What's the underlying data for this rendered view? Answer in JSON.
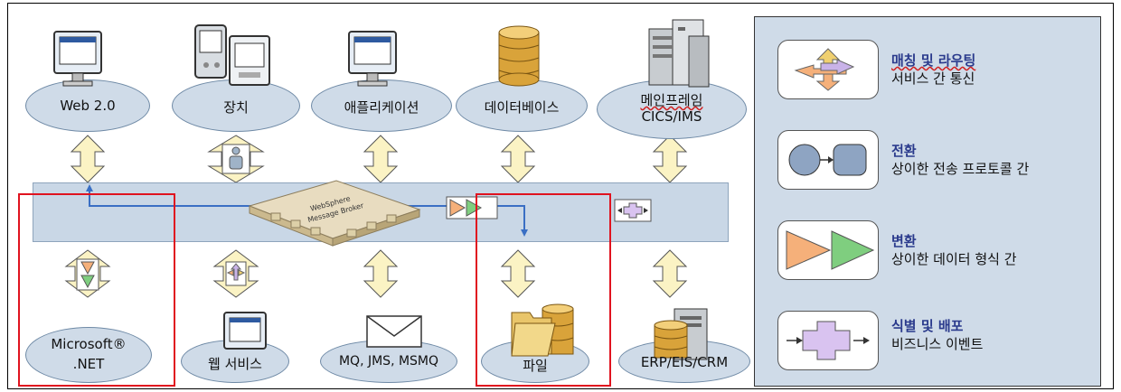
{
  "top_nodes": [
    {
      "label": "Web 2.0",
      "icon": "monitor-icon"
    },
    {
      "label": "장치",
      "icon": "pda-device-icon"
    },
    {
      "label": "애플리케이션",
      "icon": "monitor-icon"
    },
    {
      "label": "데이터베이스",
      "icon": "database-icon"
    },
    {
      "label": "메인프레임",
      "label2": "CICS/IMS",
      "icon": "mainframe-server-icon"
    }
  ],
  "bottom_nodes": [
    {
      "label": "Microsoft®",
      "label2": ".NET",
      "icon": "transform-icon"
    },
    {
      "label": "웹 서비스",
      "icon": "monitor-icon"
    },
    {
      "label": "MQ, JMS, MSMQ",
      "icon": "envelope-icon"
    },
    {
      "label": "파일",
      "icon": "folder-icon"
    },
    {
      "label": "ERP/EIS/CRM",
      "icon": "server-database-icon"
    }
  ],
  "broker": {
    "line1": "WebSphere",
    "line2": "Message Broker"
  },
  "legend": [
    {
      "title": "매칭 및 라우팅",
      "desc": "서비스 간 통신",
      "icon": "route-arrows-icon"
    },
    {
      "title": "전환",
      "desc": "상이한 전송 프로토콜 간",
      "icon": "circle-square-icon"
    },
    {
      "title": "변환",
      "desc": "상이한 데이터 형식 간",
      "icon": "triangles-icon"
    },
    {
      "title": "식별 및 배포",
      "desc": "비즈니스 이벤트",
      "icon": "cross-arrows-icon"
    }
  ],
  "colors": {
    "oval": "#cfdbe8",
    "bus": "#c9d7e6",
    "arrow_fill": "#fbf3c4",
    "highlight": "#e0131f",
    "flow_line": "#3a6fc4",
    "legend_title": "#2a3a8c"
  }
}
